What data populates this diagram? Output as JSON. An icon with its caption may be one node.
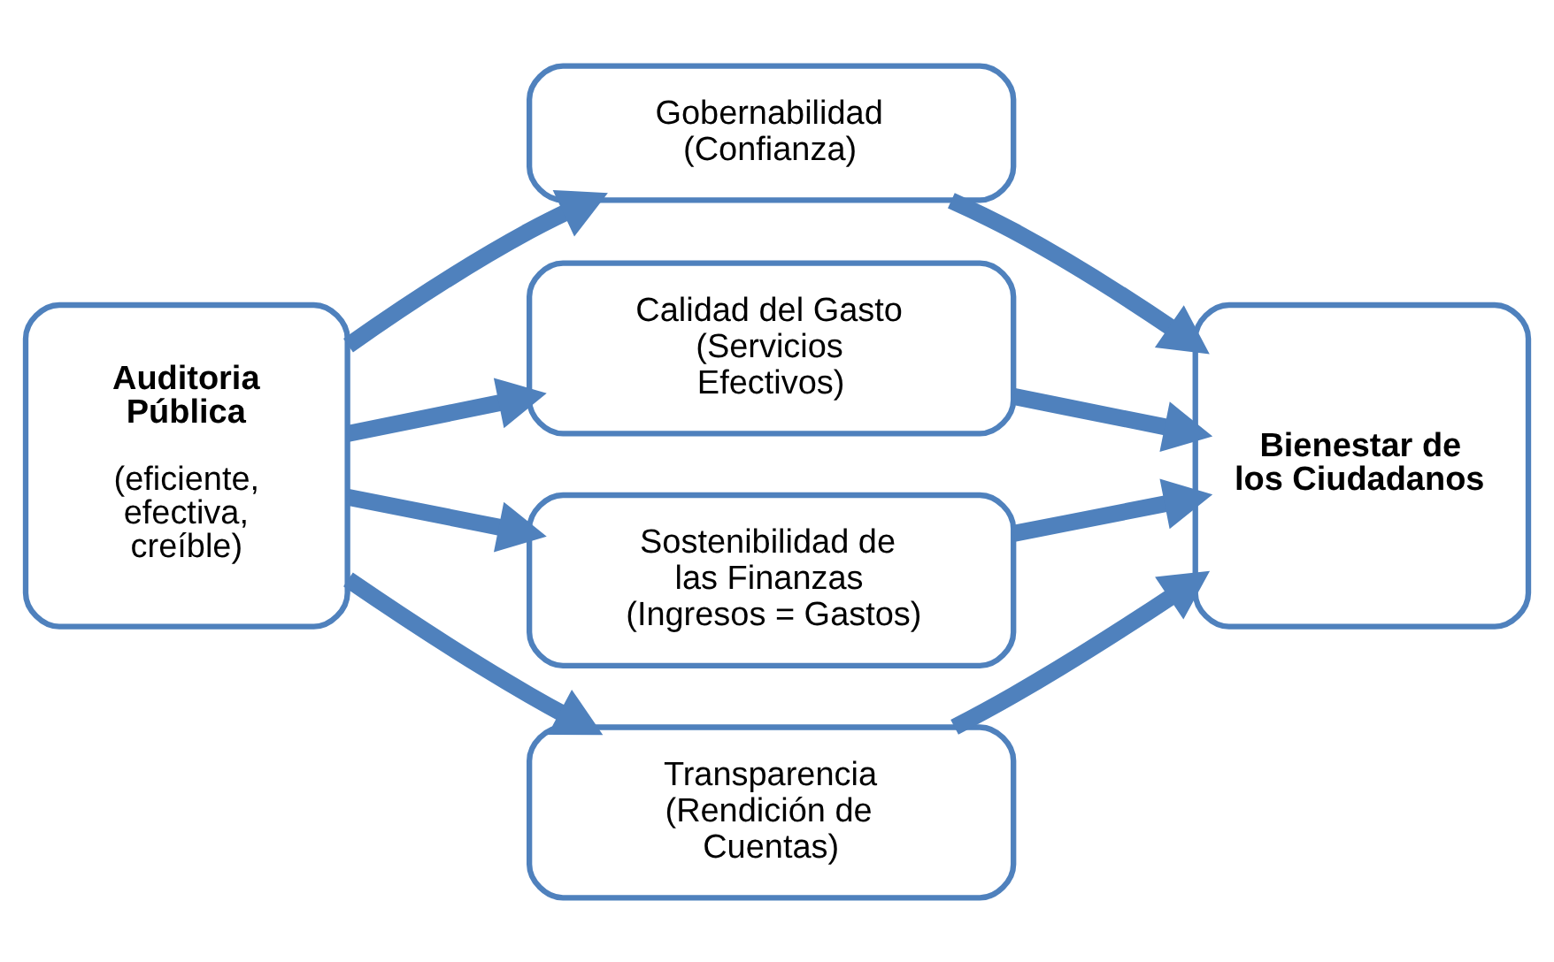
{
  "diagram": {
    "nodes": [
      {
        "text": [
          "Auditoria Pública",
          "(eficiente, efectiva, creíble)"
        ]
      },
      {
        "text": [
          "Gobernabilidad (Confianza)"
        ]
      },
      {
        "text": [
          "Calidad del Gasto (Servicios Efectivos)"
        ]
      },
      {
        "text": [
          "Sostenibilidad de las Finanzas (Ingresos = Gastos)"
        ]
      },
      {
        "text": [
          "Transparencia (Rendición de Cuentas)"
        ]
      },
      {
        "text": [
          "Bienestar de los Ciudadanos"
        ]
      }
    ],
    "edges": [
      {
        "from": 0,
        "to": 1,
        "arrow": "to"
      },
      {
        "from": 0,
        "to": 2,
        "arrow": "to"
      },
      {
        "from": 0,
        "to": 3,
        "arrow": "to"
      },
      {
        "from": 0,
        "to": 4,
        "arrow": "to"
      },
      {
        "from": 1,
        "to": 5,
        "arrow": "to"
      },
      {
        "from": 2,
        "to": 5,
        "arrow": "to"
      },
      {
        "from": 3,
        "to": 5,
        "arrow": "to"
      },
      {
        "from": 4,
        "to": 5,
        "arrow": "to"
      }
    ]
  }
}
